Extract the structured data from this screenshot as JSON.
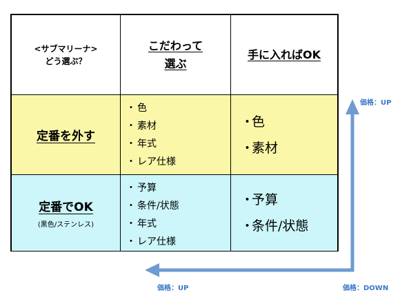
{
  "corner": {
    "line1": "<サブマリーナ>",
    "line2": "どう選ぶ？"
  },
  "columns": {
    "col1": {
      "line1": "こだわって",
      "line2": "選ぶ"
    },
    "col2": {
      "line1": "手に入ればOK"
    }
  },
  "rows": [
    {
      "title": "定番を外す",
      "subtitle": ""
    },
    {
      "title": "定番でOK",
      "subtitle": "(黒色/ステンレス)"
    }
  ],
  "cells": {
    "r1c1": [
      "色",
      "素材",
      "年式",
      "レア仕様"
    ],
    "r1c2": [
      "色",
      "素材"
    ],
    "r2c1": [
      "予算",
      "条件/状態",
      "年式",
      "レア仕様"
    ],
    "r2c2": [
      "予算",
      "条件/状態"
    ]
  },
  "bullet": "・",
  "axes": {
    "vertical_label": "価格：UP",
    "horizontal_left_label": "価格：UP",
    "origin_label": "価格：DOWN"
  },
  "colors": {
    "yellow_fill": "#faf7a8",
    "cyan_fill": "#ccf6fa",
    "arrow": "#6f9bd2",
    "label": "#3a78c8"
  }
}
